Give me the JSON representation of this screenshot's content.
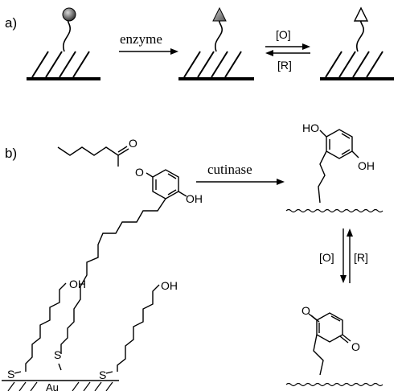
{
  "panel_a": {
    "label": "a)",
    "arrow_label": "enzyme",
    "oxidation_label": "[O]",
    "reduction_label": "[R]"
  },
  "panel_b": {
    "label": "b)",
    "arrow_label": "cutinase",
    "oxidation_label": "[O]",
    "reduction_label": "[R]",
    "substrate_atoms": {
      "carbonyl_o": "O",
      "ester_o": "O",
      "phenol_oh": "OH"
    },
    "spacer_oh_left": "OH",
    "spacer_oh_right": "OH",
    "sulfur_left": "S",
    "sulfur_center": "S",
    "sulfur_right": "S",
    "gold_label": "Au",
    "hydroquinone_ho": "HO",
    "hydroquinone_oh": "OH",
    "quinone_o_top": "O",
    "quinone_o_right": "O"
  },
  "colors": {
    "ink": "#000000",
    "background": "#ffffff"
  }
}
